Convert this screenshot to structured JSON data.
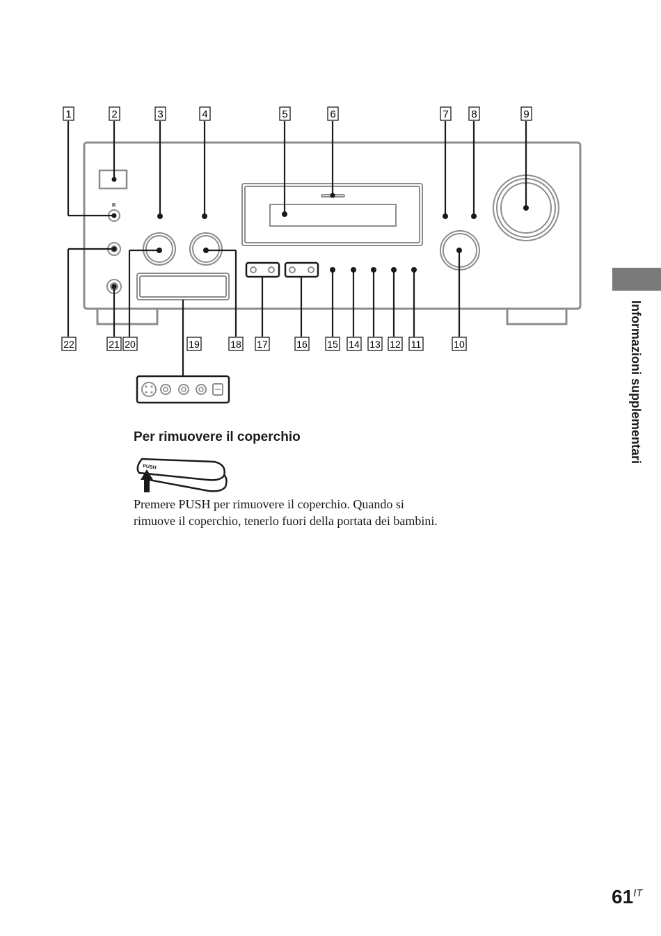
{
  "callouts": {
    "top": [
      "1",
      "2",
      "3",
      "4",
      "5",
      "6",
      "7",
      "8",
      "9"
    ],
    "bottom": [
      "22",
      "21",
      "20",
      "19",
      "18",
      "17",
      "16",
      "15",
      "14",
      "13",
      "12",
      "11",
      "10"
    ]
  },
  "cover_label": "PUSH",
  "section": {
    "heading": "Per rimuovere il coperchio",
    "body": "Premere PUSH per rimuovere il coperchio. Quando si rimuove il coperchio, tenerlo fuori della portata dei bambini."
  },
  "side_tab": {
    "label": "Informazioni supplementari",
    "color": "#7a7a7a"
  },
  "page": {
    "number": "61",
    "suffix": "IT"
  },
  "colors": {
    "panel_outline": "#8c8c8c",
    "line": "#1a1a1a"
  }
}
